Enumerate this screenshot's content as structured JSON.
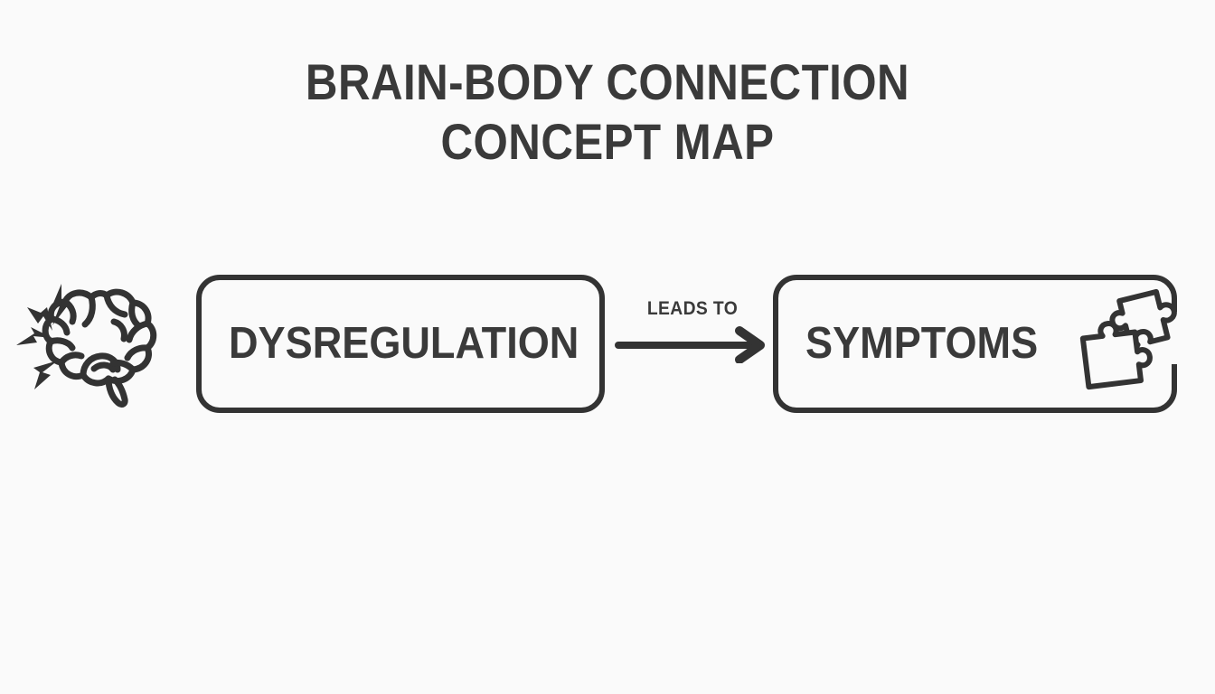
{
  "page": {
    "background_color": "#fafafa",
    "ink_color": "#333333",
    "text_color": "#3a3a3a"
  },
  "title": {
    "line1": "BRAIN-BODY CONNECTION",
    "line2": "CONCEPT MAP"
  },
  "diagram": {
    "type": "concept-map",
    "nodes": [
      {
        "id": "dysregulation",
        "label": "DYSREGULATION",
        "icon": "brain-icon",
        "icon_position": "left-outside"
      },
      {
        "id": "symptoms",
        "label": "SYMPTOMS",
        "icon": "puzzle-pieces-icon",
        "icon_position": "right-inside"
      }
    ],
    "edges": [
      {
        "id": "dysregulation-to-symptoms",
        "label": "LEADS TO",
        "from": "dysregulation",
        "to": "symptoms",
        "style": "solid-arrow",
        "direction": "right"
      }
    ]
  },
  "icons": {
    "brain": "brain-with-lightning-icon",
    "puzzle": "puzzle-pieces-icon",
    "arrow": "arrow-right-icon"
  }
}
